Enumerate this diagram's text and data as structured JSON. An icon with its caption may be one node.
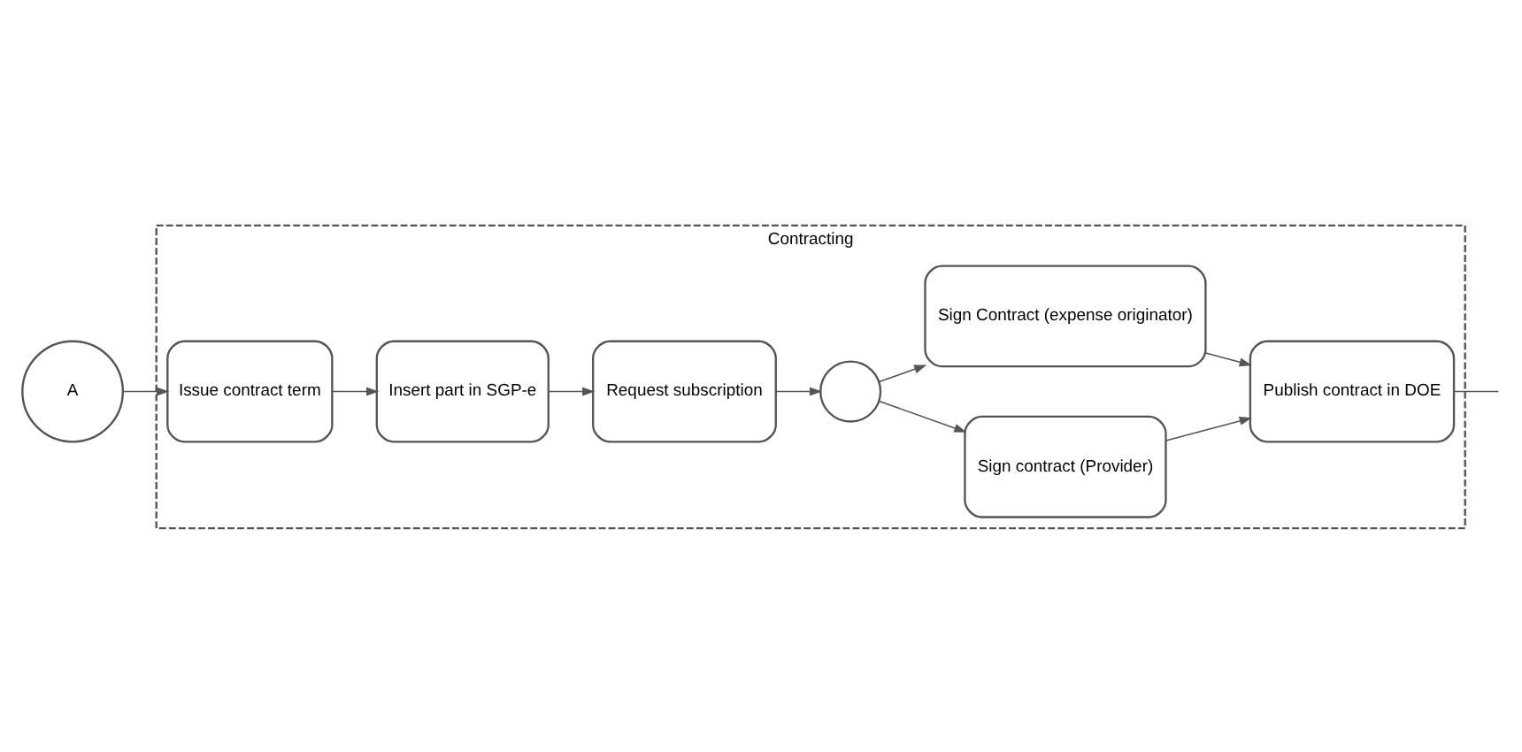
{
  "diagram": {
    "nodes": [
      {
        "text": [
          "Contracting"
        ]
      },
      {
        "text": [
          "A"
        ]
      },
      {
        "text": [
          "Issue contract term"
        ],
        "in": 0
      },
      {
        "text": [
          "Insert part in SGP-e"
        ],
        "in": 0
      },
      {
        "text": [
          "Request subscription"
        ],
        "in": 0
      },
      {
        "text": [],
        "shape": "circle",
        "in": 0
      },
      {
        "text": [
          "Sign contract (Provider)"
        ],
        "in": 0
      },
      {
        "text": [
          "Sign Contract (expense originator)"
        ],
        "in": 0
      },
      {
        "text": [
          "Publish contract in DOE"
        ],
        "in": 0
      }
    ],
    "edges": [
      {
        "from": 1,
        "to": 2,
        "arrow": "to"
      },
      {
        "from": 2,
        "to": 3,
        "arrow": "to"
      },
      {
        "from": 3,
        "to": 4,
        "arrow": "to"
      },
      {
        "from": 4,
        "to": 5,
        "arrow": "to"
      },
      {
        "from": 5,
        "to": 6,
        "arrow": "to"
      },
      {
        "from": 5,
        "to": 7,
        "arrow": "to"
      },
      {
        "from": 6,
        "to": 8,
        "arrow": "to"
      },
      {
        "from": 7,
        "to": 8,
        "arrow": "to"
      },
      {
        "from": 8,
        "to": null,
        "arrow": "none"
      }
    ]
  }
}
